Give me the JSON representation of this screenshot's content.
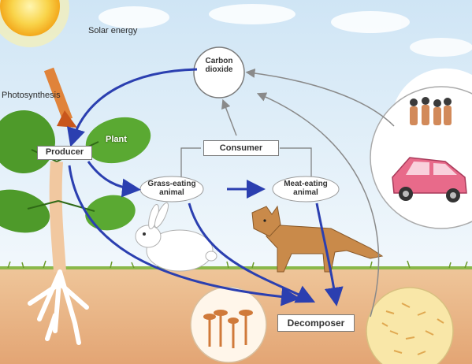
{
  "labels": {
    "solar_energy": "Solar energy",
    "photosynthesis": "Photosynthesis",
    "plant": "Plant",
    "producer": "Producer",
    "carbon_dioxide_line1": "Carbon",
    "carbon_dioxide_line2": "dioxide",
    "consumer": "Consumer",
    "grass_eating_line1": "Grass-eating",
    "grass_eating_line2": "animal",
    "meat_eating_line1": "Meat-eating",
    "meat_eating_line2": "animal",
    "decomposer": "Decomposer"
  },
  "colors": {
    "sky": "#dfeef8",
    "ground": "#e8b98a",
    "flow_arrow": "#2b3fb0",
    "gray_arrow": "#7a7a7a",
    "photosynthesis_arrow": "#d2691e",
    "sun": "#f7c62f",
    "leaf": "#4e9a2a",
    "car": "#e86a8a"
  },
  "icons": [
    "sun-icon",
    "plant-icon",
    "rabbit-icon",
    "fox-icon",
    "people-icon",
    "car-icon",
    "mushroom-icon",
    "bacteria-icon"
  ]
}
